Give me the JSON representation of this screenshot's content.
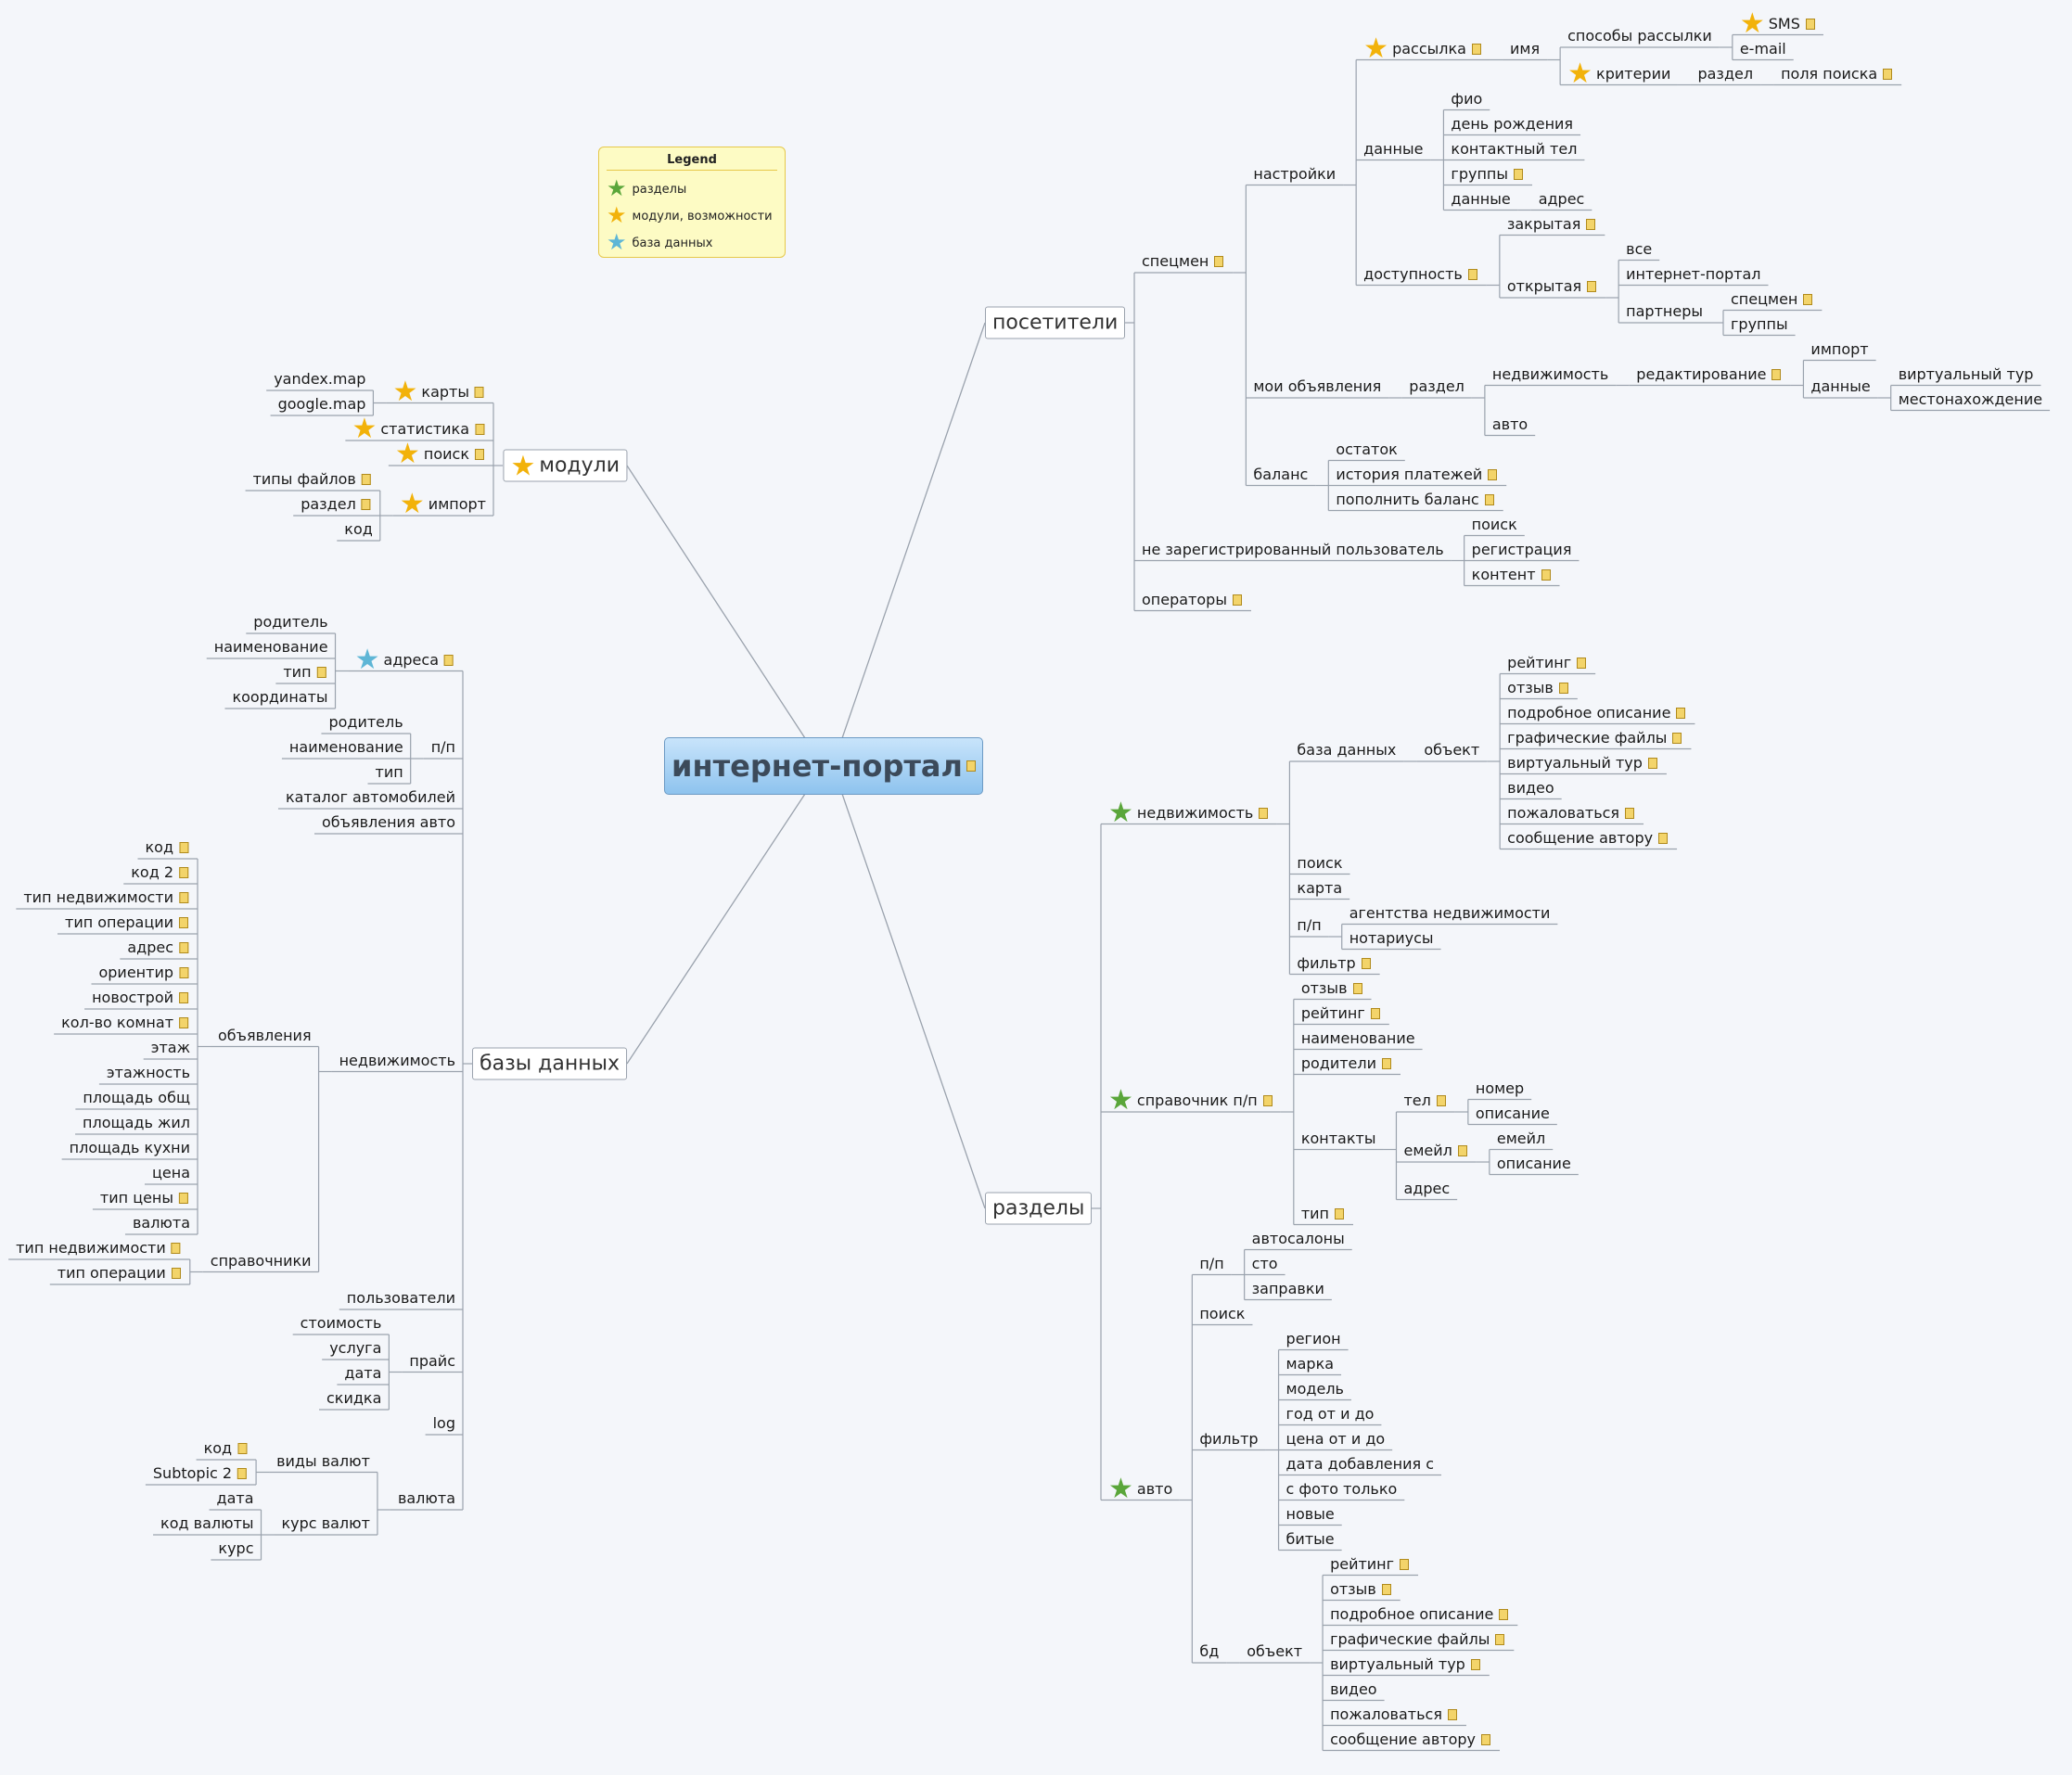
{
  "central": "интернет-портал",
  "legend": {
    "title": "Legend",
    "items": [
      {
        "label": "разделы",
        "icon": "green-star-icon"
      },
      {
        "label": "модули, возможности",
        "icon": "yellow-star-icon"
      },
      {
        "label": "база данных",
        "icon": "blue-star-icon"
      }
    ]
  },
  "colors": {
    "green_star": "#5aa63a",
    "yellow_star": "#f2b20a",
    "blue_star": "#5eb6d6",
    "note": "#f3d46a",
    "line": "#9aa2ad"
  },
  "mindmap": [
    {
      "t": "модули",
      "side": "L",
      "star": "y",
      "ch": [
        {
          "t": "карты",
          "star": "y",
          "note": true,
          "ch": [
            {
              "t": "yandex.map"
            },
            {
              "t": "google.map"
            }
          ]
        },
        {
          "t": "статистика",
          "star": "y",
          "note": true
        },
        {
          "t": "поиск",
          "star": "y",
          "note": true
        },
        {
          "t": "импорт",
          "star": "y",
          "ch": [
            {
              "t": "типы файлов",
              "note": true
            },
            {
              "t": "раздел",
              "note": true
            },
            {
              "t": "код"
            }
          ]
        }
      ]
    },
    {
      "t": "базы данных",
      "side": "L",
      "ch": [
        {
          "t": "адреса",
          "star": "b",
          "note": true,
          "ch": [
            {
              "t": "родитель"
            },
            {
              "t": "наименование"
            },
            {
              "t": "тип",
              "note": true
            },
            {
              "t": "координаты"
            }
          ]
        },
        {
          "t": "п/п",
          "ch": [
            {
              "t": "родитель"
            },
            {
              "t": "наименование"
            },
            {
              "t": "тип"
            }
          ]
        },
        {
          "t": "каталог автомобилей"
        },
        {
          "t": "объявления авто"
        },
        {
          "t": "недвижимость",
          "ch": [
            {
              "t": "объявления",
              "ch": [
                {
                  "t": "код",
                  "note": true
                },
                {
                  "t": "код 2",
                  "note": true
                },
                {
                  "t": "тип недвижимости",
                  "note": true
                },
                {
                  "t": "тип операции",
                  "note": true
                },
                {
                  "t": "адрес",
                  "note": true
                },
                {
                  "t": "ориентир",
                  "note": true
                },
                {
                  "t": "новострой",
                  "note": true
                },
                {
                  "t": "кол-во комнат",
                  "note": true
                },
                {
                  "t": "этаж"
                },
                {
                  "t": "этажность"
                },
                {
                  "t": "площадь общ"
                },
                {
                  "t": "площадь жил"
                },
                {
                  "t": "площадь кухни"
                },
                {
                  "t": "цена"
                },
                {
                  "t": "тип цены",
                  "note": true
                },
                {
                  "t": "валюта"
                }
              ]
            },
            {
              "t": "справочники",
              "ch": [
                {
                  "t": "тип недвижимости",
                  "note": true
                },
                {
                  "t": "тип операции",
                  "note": true
                }
              ]
            }
          ]
        },
        {
          "t": "пользователи"
        },
        {
          "t": "прайс",
          "ch": [
            {
              "t": "стоимость"
            },
            {
              "t": "услуга"
            },
            {
              "t": "дата"
            },
            {
              "t": "скидка"
            }
          ]
        },
        {
          "t": "log"
        },
        {
          "t": "валюта",
          "ch": [
            {
              "t": "виды валют",
              "ch": [
                {
                  "t": "код",
                  "note": true
                },
                {
                  "t": "Subtopic 2",
                  "note": true
                }
              ]
            },
            {
              "t": "курс валют",
              "ch": [
                {
                  "t": "дата"
                },
                {
                  "t": "код валюты"
                },
                {
                  "t": "курс"
                }
              ]
            }
          ]
        }
      ]
    },
    {
      "t": "посетители",
      "side": "R",
      "ch": [
        {
          "t": "спецмен",
          "note": true,
          "ch": [
            {
              "t": "настройки",
              "ch": [
                {
                  "t": "рассылка",
                  "star": "y",
                  "note": true,
                  "ch": [
                    {
                      "t": "имя",
                      "ch": [
                        {
                          "t": "способы рассылки",
                          "ch": [
                            {
                              "t": "SMS",
                              "star": "y",
                              "note": true
                            },
                            {
                              "t": "e-mail"
                            }
                          ]
                        },
                        {
                          "t": "критерии",
                          "star": "y",
                          "ch": [
                            {
                              "t": "раздел",
                              "ch": [
                                {
                                  "t": "поля поиска",
                                  "note": true
                                }
                              ]
                            }
                          ]
                        }
                      ]
                    }
                  ]
                },
                {
                  "t": "данные",
                  "ch": [
                    {
                      "t": "фио"
                    },
                    {
                      "t": "день рождения"
                    },
                    {
                      "t": "контактный тел"
                    },
                    {
                      "t": "группы",
                      "note": true
                    },
                    {
                      "t": "данные",
                      "ch": [
                        {
                          "t": "адрес"
                        }
                      ]
                    }
                  ]
                },
                {
                  "t": "доступность",
                  "note": true,
                  "ch": [
                    {
                      "t": "закрытая",
                      "note": true
                    },
                    {
                      "t": "открытая",
                      "note": true,
                      "ch": [
                        {
                          "t": "все"
                        },
                        {
                          "t": "интернет-портал"
                        },
                        {
                          "t": "партнеры",
                          "ch": [
                            {
                              "t": "спецмен",
                              "note": true
                            },
                            {
                              "t": "группы"
                            }
                          ]
                        }
                      ]
                    }
                  ]
                }
              ]
            },
            {
              "t": "мои объявления",
              "ch": [
                {
                  "t": "раздел",
                  "ch": [
                    {
                      "t": "недвижимость",
                      "ch": [
                        {
                          "t": "редактирование",
                          "note": true,
                          "ch": [
                            {
                              "t": "импорт"
                            },
                            {
                              "t": "данные",
                              "ch": [
                                {
                                  "t": "виртуальный тур"
                                },
                                {
                                  "t": "местонахождение"
                                }
                              ]
                            }
                          ]
                        }
                      ]
                    },
                    {
                      "t": "авто"
                    }
                  ]
                }
              ]
            },
            {
              "t": "баланс",
              "ch": [
                {
                  "t": "остаток"
                },
                {
                  "t": "история платежей",
                  "note": true
                },
                {
                  "t": "пополнить баланс",
                  "note": true
                }
              ]
            }
          ]
        },
        {
          "t": "не зарегистрированный пользователь",
          "ch": [
            {
              "t": "поиск"
            },
            {
              "t": "регистрация"
            },
            {
              "t": "контент",
              "note": true
            }
          ]
        },
        {
          "t": "операторы",
          "note": true
        }
      ]
    },
    {
      "t": "разделы",
      "side": "R",
      "ch": [
        {
          "t": "недвижимость",
          "star": "g",
          "note": true,
          "ch": [
            {
              "t": "база данных",
              "ch": [
                {
                  "t": "объект",
                  "ch": [
                    {
                      "t": "рейтинг",
                      "note": true
                    },
                    {
                      "t": "отзыв",
                      "note": true
                    },
                    {
                      "t": "подробное описание",
                      "note": true
                    },
                    {
                      "t": "графические файлы",
                      "note": true
                    },
                    {
                      "t": "виртуальный тур",
                      "note": true
                    },
                    {
                      "t": "видео"
                    },
                    {
                      "t": "пожаловаться",
                      "note": true
                    },
                    {
                      "t": "сообщение автору",
                      "note": true
                    }
                  ]
                }
              ]
            },
            {
              "t": "поиск"
            },
            {
              "t": "карта"
            },
            {
              "t": "п/п",
              "ch": [
                {
                  "t": "агентства недвижимости"
                },
                {
                  "t": "нотариусы"
                }
              ]
            },
            {
              "t": "фильтр",
              "note": true
            }
          ]
        },
        {
          "t": "справочник п/п",
          "star": "g",
          "note": true,
          "ch": [
            {
              "t": "отзыв",
              "note": true
            },
            {
              "t": "рейтинг",
              "note": true
            },
            {
              "t": "наименование"
            },
            {
              "t": "родители",
              "note": true
            },
            {
              "t": "контакты",
              "ch": [
                {
                  "t": "тел",
                  "note": true,
                  "ch": [
                    {
                      "t": "номер"
                    },
                    {
                      "t": "описание"
                    }
                  ]
                },
                {
                  "t": "емейл",
                  "note": true,
                  "ch": [
                    {
                      "t": "емейл"
                    },
                    {
                      "t": "описание"
                    }
                  ]
                },
                {
                  "t": "адрес"
                }
              ]
            },
            {
              "t": "тип",
              "note": true
            }
          ]
        },
        {
          "t": "авто",
          "star": "g",
          "ch": [
            {
              "t": "п/п",
              "ch": [
                {
                  "t": "автосалоны"
                },
                {
                  "t": "сто"
                },
                {
                  "t": "заправки"
                }
              ]
            },
            {
              "t": "поиск"
            },
            {
              "t": "фильтр",
              "ch": [
                {
                  "t": "регион"
                },
                {
                  "t": "марка"
                },
                {
                  "t": "модель"
                },
                {
                  "t": "год от и до"
                },
                {
                  "t": "цена от и до"
                },
                {
                  "t": "дата добавления с"
                },
                {
                  "t": "с фото только"
                },
                {
                  "t": "новые"
                },
                {
                  "t": "битые"
                }
              ]
            },
            {
              "t": "бд",
              "ch": [
                {
                  "t": "объект",
                  "ch": [
                    {
                      "t": "рейтинг",
                      "note": true
                    },
                    {
                      "t": "отзыв",
                      "note": true
                    },
                    {
                      "t": "подробное описание",
                      "note": true
                    },
                    {
                      "t": "графические файлы",
                      "note": true
                    },
                    {
                      "t": "виртуальный тур",
                      "note": true
                    },
                    {
                      "t": "видео"
                    },
                    {
                      "t": "пожаловаться",
                      "note": true
                    },
                    {
                      "t": "сообщение автору",
                      "note": true
                    }
                  ]
                }
              ]
            }
          ]
        }
      ]
    }
  ]
}
